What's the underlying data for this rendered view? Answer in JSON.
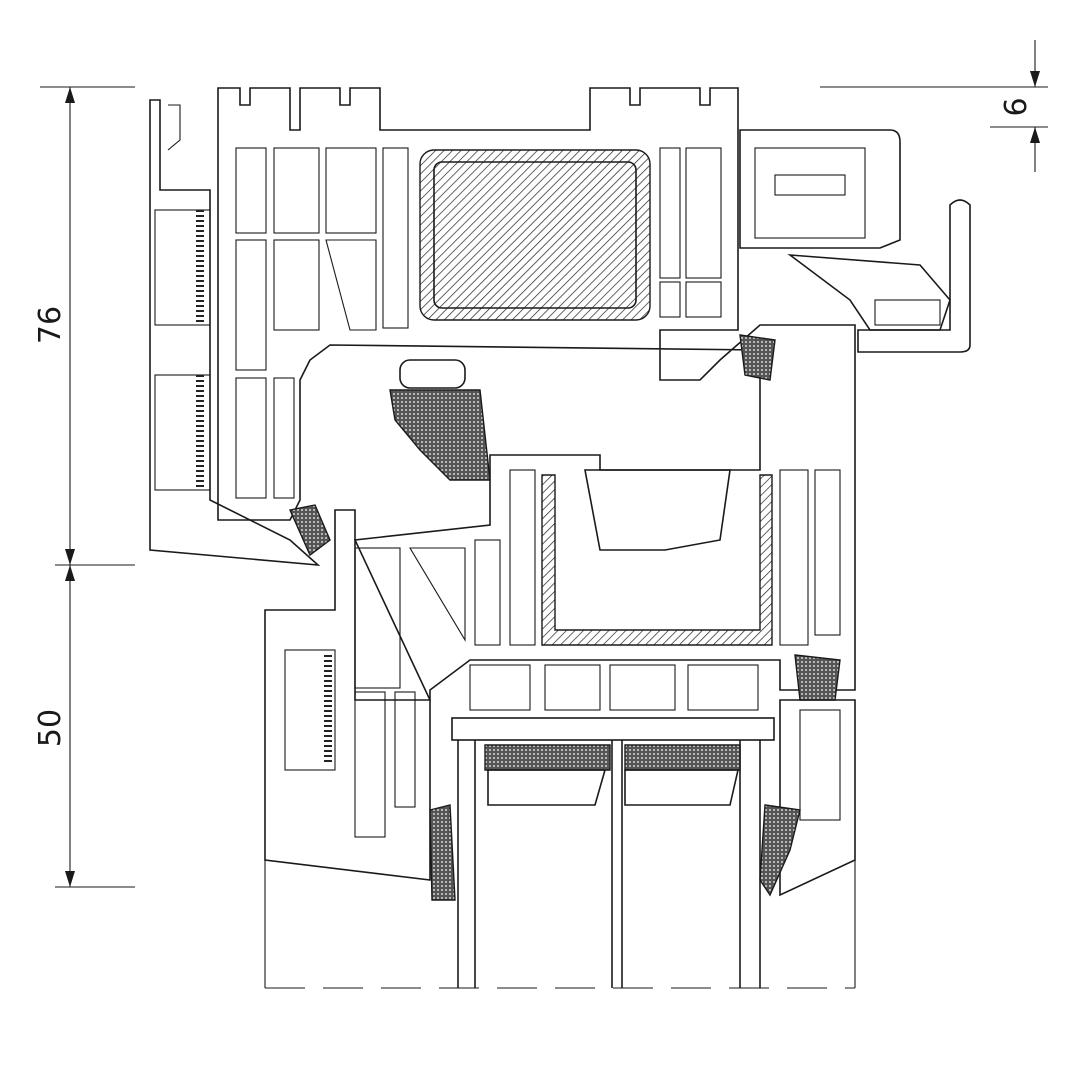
{
  "dimensions": {
    "frame_height": "76",
    "sash_height": "50",
    "overlap": "6"
  },
  "colors": {
    "line": "#1a1a1a",
    "background": "#ffffff"
  }
}
